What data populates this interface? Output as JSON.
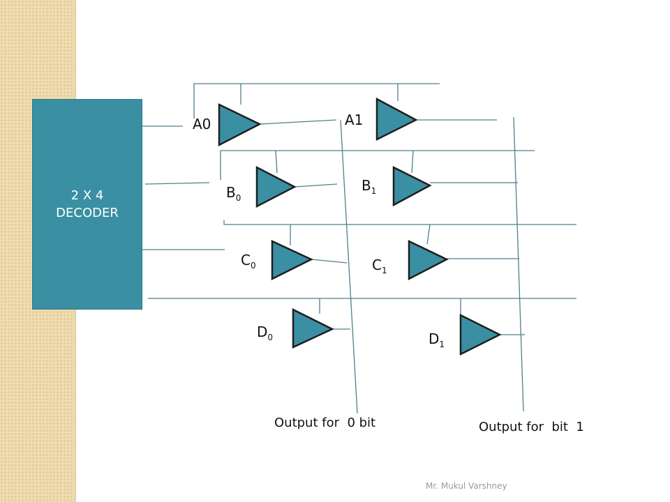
{
  "decoder": {
    "line1": "2 X 4",
    "line2": "DECODER"
  },
  "cells": {
    "a0": {
      "base": "A0",
      "sub": ""
    },
    "a1": {
      "base": "A1",
      "sub": ""
    },
    "b0": {
      "base": "B",
      "sub": "0"
    },
    "b1": {
      "base": "B",
      "sub": "1"
    },
    "c0": {
      "base": "C",
      "sub": "0"
    },
    "c1": {
      "base": "C",
      "sub": "1"
    },
    "d0": {
      "base": "D",
      "sub": "0"
    },
    "d1": {
      "base": "D",
      "sub": "1"
    }
  },
  "outputs": {
    "bit0": "Output for  0 bit",
    "bit1": "Output for  bit  1"
  },
  "footer": "Mr. Mukul Varshney",
  "colors": {
    "buffer_fill": "#3a8fa3",
    "decoder_fill": "#3a8fa3",
    "strip": "#efdcb0",
    "line": "#4a7f8c"
  }
}
